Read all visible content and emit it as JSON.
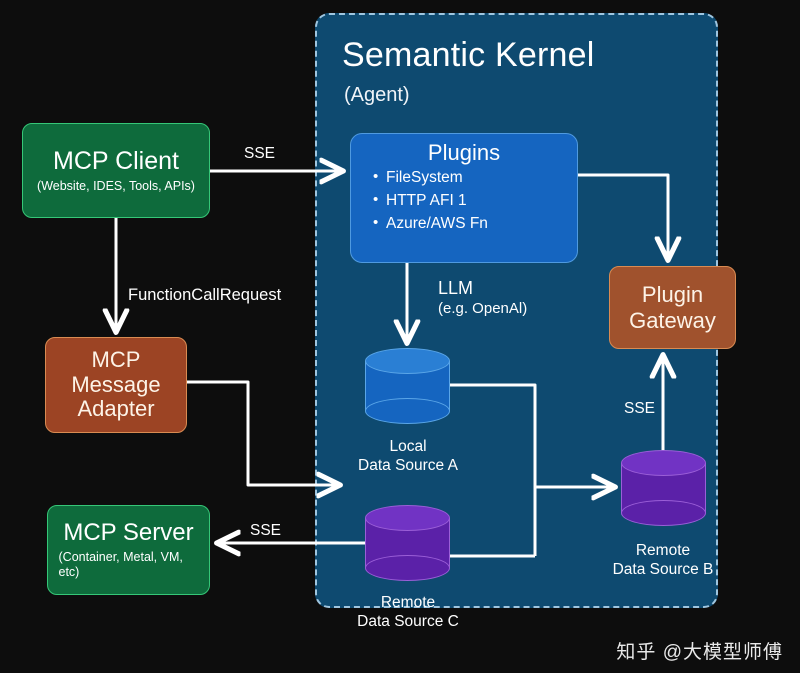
{
  "diagram": {
    "background_color": "#0d0d0d",
    "watermark": "知乎 @大模型师傅"
  },
  "semantic_kernel": {
    "title": "Semantic Kernel",
    "subtitle": "(Agent)",
    "fill_color": "#0e4a70",
    "border_color": "#9fc6e0"
  },
  "plugins": {
    "title": "Plugins",
    "items": [
      "FileSystem",
      "HTTP AFI 1",
      "Azure/AWS Fn"
    ],
    "fill_color": "#1565c0"
  },
  "mcp_client": {
    "title": "MCP Client",
    "subtitle": "(Website, IDES, Tools, APIs)",
    "fill_color": "#0e6b3c"
  },
  "mcp_message_adapter": {
    "title": "MCP Message Adapter",
    "fill_color": "#9c4424"
  },
  "mcp_server": {
    "title": "MCP Server",
    "subtitle": "(Container, Metal, VM, etc)",
    "fill_color": "#0e6b3c"
  },
  "plugin_gateway": {
    "title": "Plugin Gateway",
    "fill_color": "#a0522d"
  },
  "data_sources": [
    {
      "id": "local-a",
      "caption": "Local\nData Source A",
      "color": "#1565c0",
      "kind": "database-cylinder"
    },
    {
      "id": "remote-b",
      "caption": "Remote\nData Source B",
      "color": "#5b21a8",
      "kind": "database-cylinder"
    },
    {
      "id": "remote-c",
      "caption": "Remote\nData Source C",
      "color": "#5b21a8",
      "kind": "database-cylinder"
    }
  ],
  "edges": {
    "client_to_plugins": "SSE",
    "client_to_adapter": "FunctionCallRequest",
    "source_c_to_server": "SSE",
    "source_b_to_gateway": "SSE",
    "plugins_to_llm": "LLM",
    "plugins_to_llm_sub": "(e.g. OpenAl)"
  }
}
